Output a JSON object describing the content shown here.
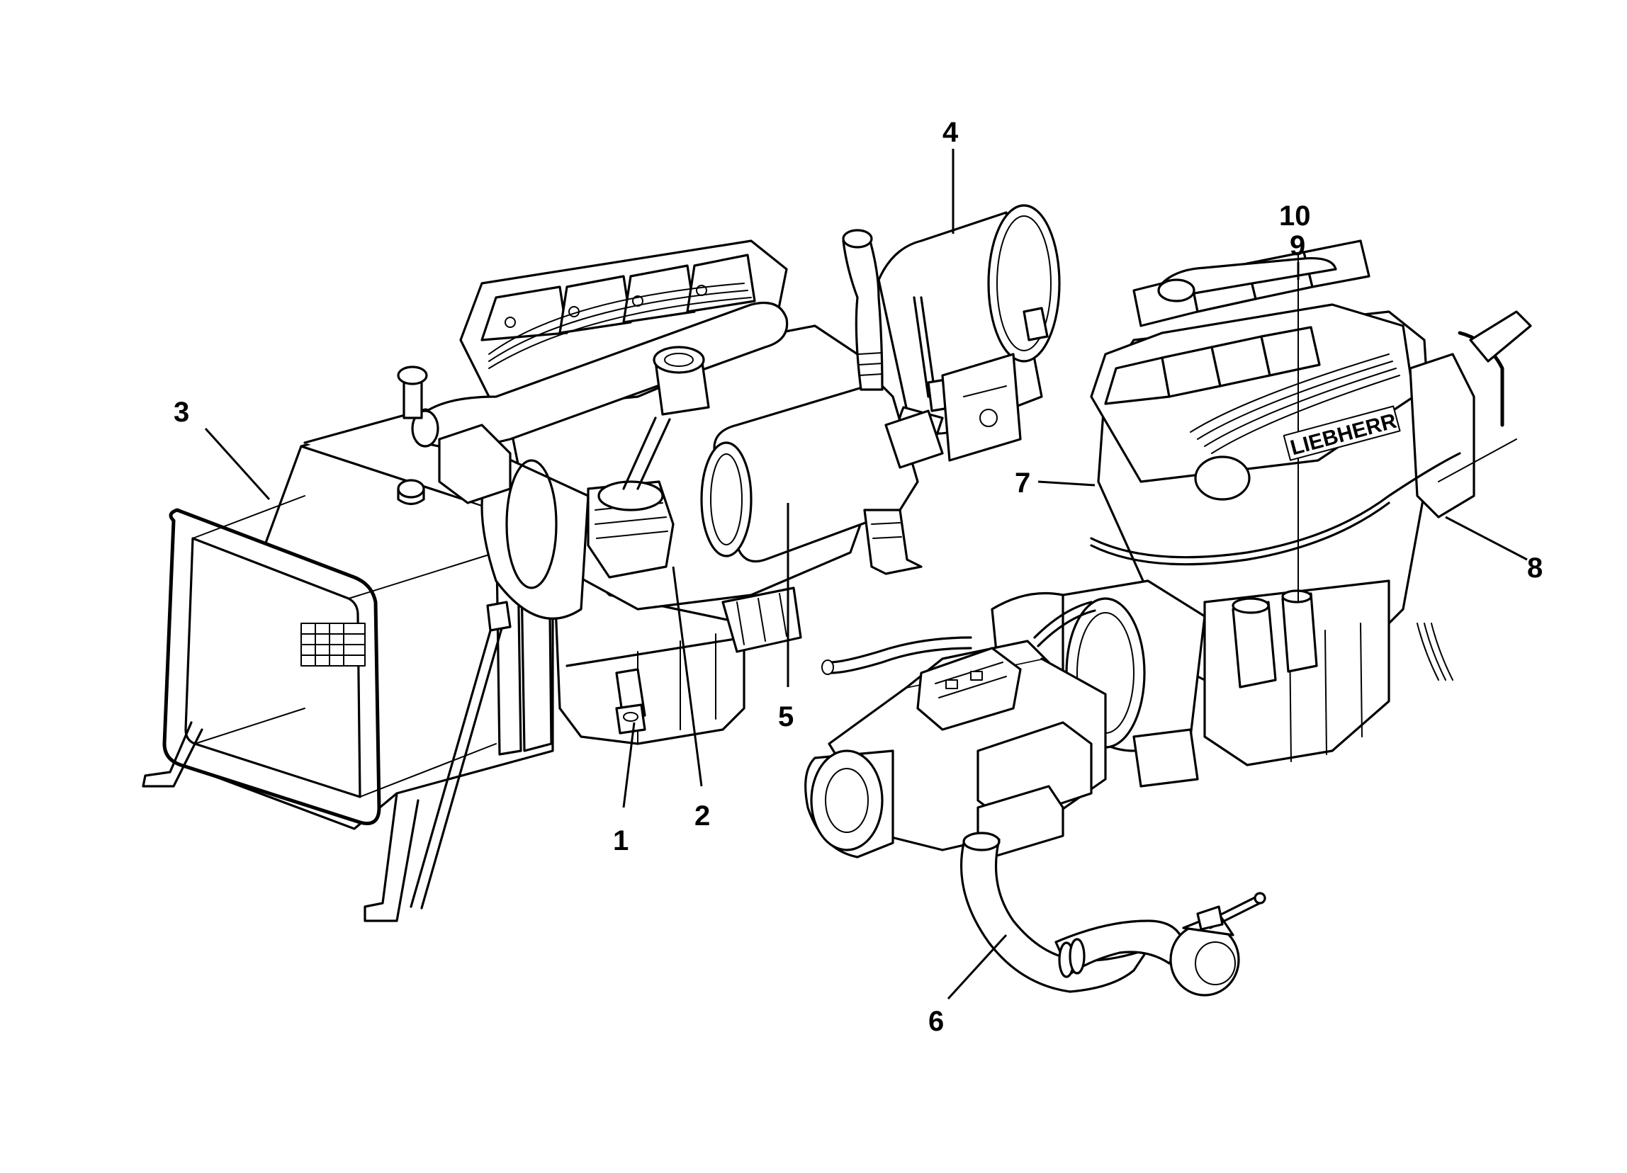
{
  "callouts": [
    {
      "id": "1",
      "label": "1"
    },
    {
      "id": "2",
      "label": "2"
    },
    {
      "id": "3",
      "label": "3"
    },
    {
      "id": "4",
      "label": "4"
    },
    {
      "id": "5",
      "label": "5"
    },
    {
      "id": "6",
      "label": "6"
    },
    {
      "id": "7",
      "label": "7"
    },
    {
      "id": "8",
      "label": "8"
    },
    {
      "id": "9",
      "label": "9"
    },
    {
      "id": "10",
      "label": "10"
    }
  ],
  "brand_text": "LIEBHERR",
  "colors": {
    "ink": "#000000",
    "paper": "#ffffff"
  }
}
